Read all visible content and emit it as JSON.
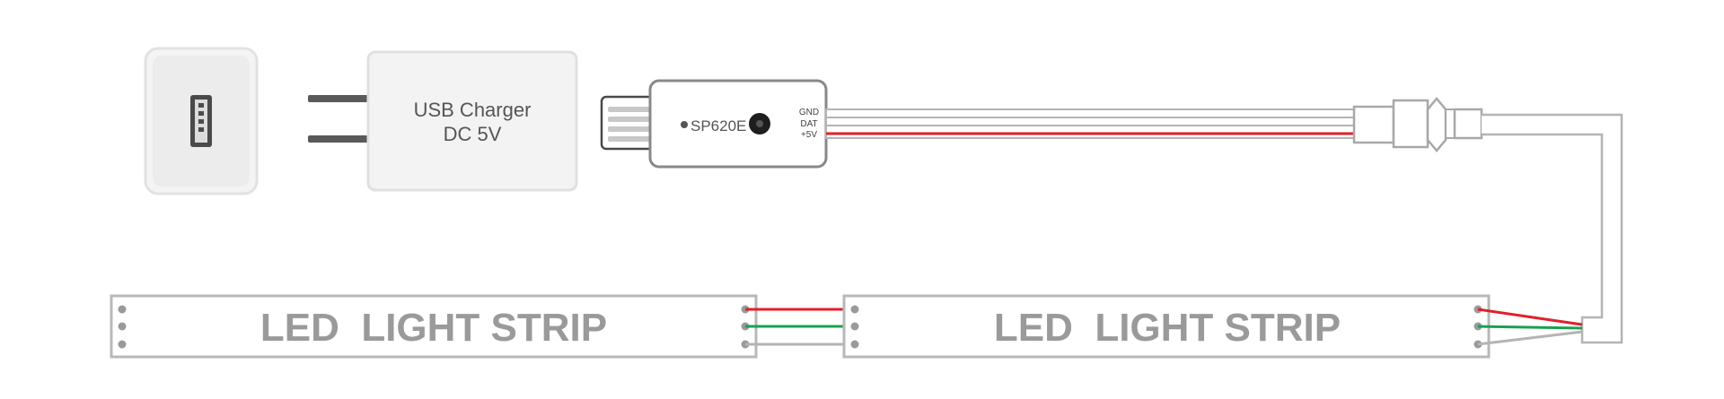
{
  "charger": {
    "line1": "USB Charger",
    "line2": "DC 5V"
  },
  "controller": {
    "model": "SP620E",
    "pins": [
      "GND",
      "DAT",
      "+5V"
    ]
  },
  "strips": [
    {
      "label": "LED  LIGHT STRIP"
    },
    {
      "label": "LED  LIGHT STRIP"
    }
  ],
  "wire_colors": {
    "red": "#e0202a",
    "green": "#1aa050",
    "gray": "#b4b4b4"
  }
}
